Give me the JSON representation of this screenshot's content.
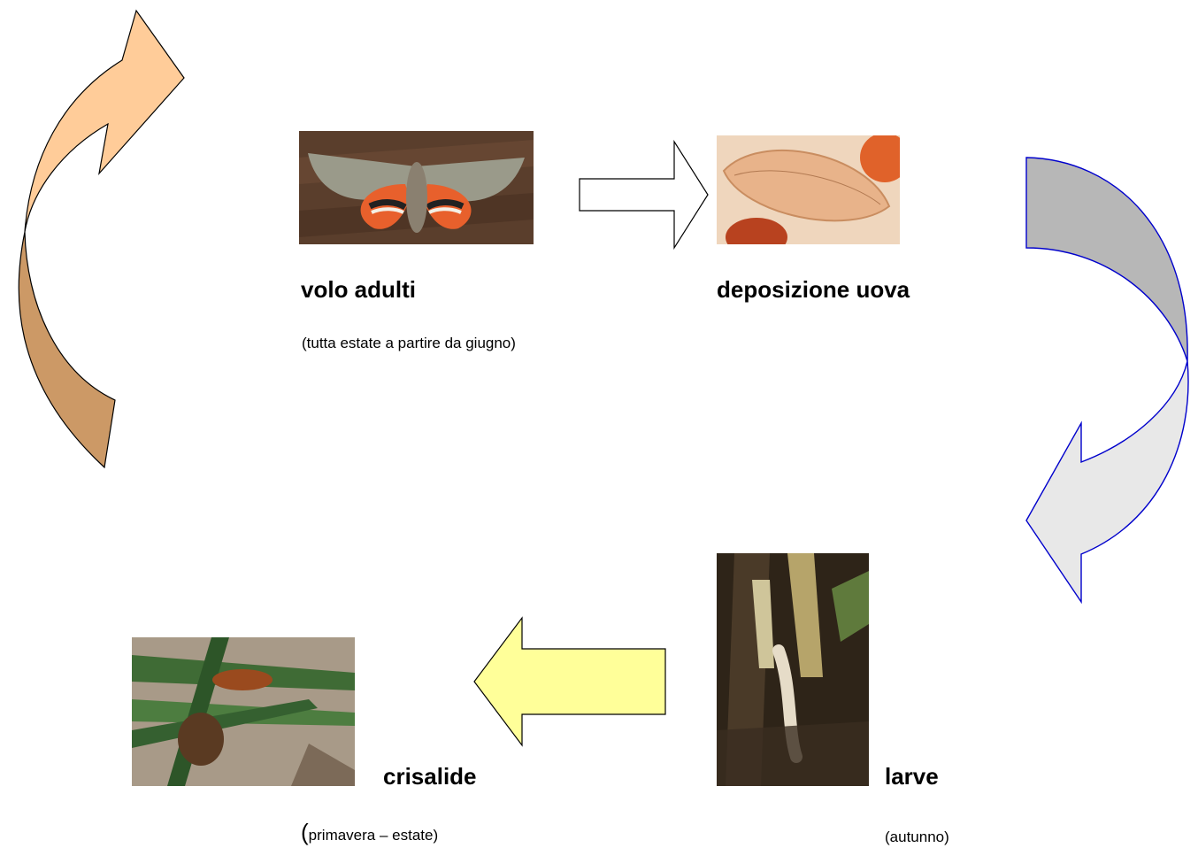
{
  "stages": {
    "adults": {
      "title": "volo adulti",
      "note": "(tutta estate a partire da giugno)"
    },
    "eggs": {
      "title": "deposizione uova"
    },
    "larvae": {
      "title": "larve",
      "note": "(autunno)"
    },
    "pupa": {
      "title": "crisalide",
      "note_paren": "(",
      "note_rest": "primavera – estate)"
    }
  },
  "arrow_colors": {
    "adults_to_eggs": "#ffffff",
    "eggs_to_larvae_top": "#b7b7b7",
    "eggs_to_larvae_bottom": "#e8e8e8",
    "eggs_to_larvae_stroke": "#0000cc",
    "larvae_to_pupa": "#ffff99",
    "pupa_to_adults_top": "#ffcc99",
    "pupa_to_adults_bottom": "#cc9966"
  },
  "flow": [
    "volo adulti",
    "deposizione uova",
    "larve",
    "crisalide"
  ]
}
